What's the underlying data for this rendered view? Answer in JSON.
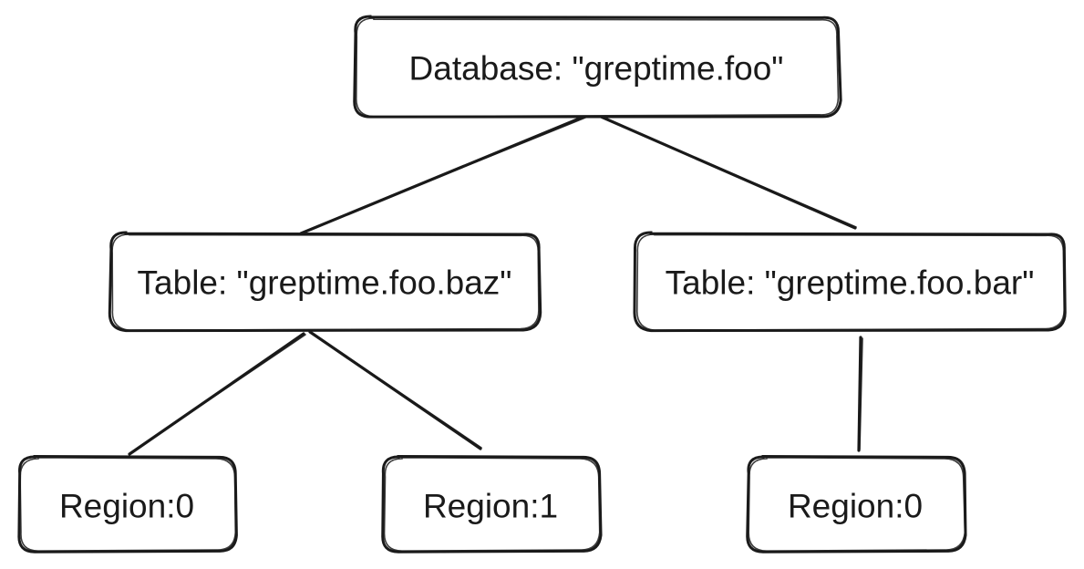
{
  "diagram": {
    "nodes": [
      {
        "id": "db",
        "label": "Database: \"greptime.foo\""
      },
      {
        "id": "table_baz",
        "label": "Table: \"greptime.foo.baz\""
      },
      {
        "id": "table_bar",
        "label": "Table: \"greptime.foo.bar\""
      },
      {
        "id": "baz_region0",
        "label": "Region:0"
      },
      {
        "id": "baz_region1",
        "label": "Region:1"
      },
      {
        "id": "bar_region0",
        "label": "Region:0"
      }
    ],
    "edges": [
      {
        "from": "db",
        "to": "table_baz"
      },
      {
        "from": "db",
        "to": "table_bar"
      },
      {
        "from": "table_baz",
        "to": "baz_region0"
      },
      {
        "from": "table_baz",
        "to": "baz_region1"
      },
      {
        "from": "table_bar",
        "to": "bar_region0"
      }
    ]
  },
  "colors": {
    "stroke": "#1a1a1a",
    "background": "#ffffff"
  }
}
